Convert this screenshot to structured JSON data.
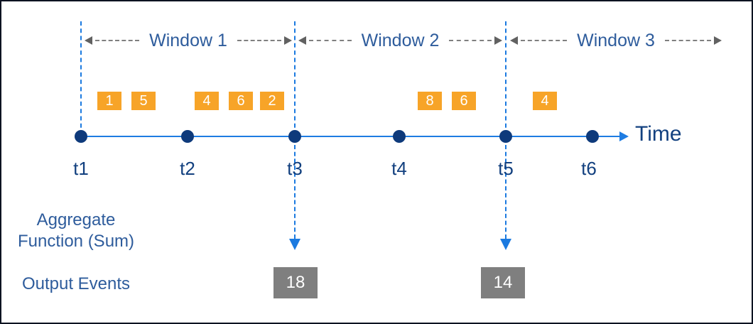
{
  "windows": [
    {
      "label": "Window 1"
    },
    {
      "label": "Window 2"
    },
    {
      "label": "Window 3"
    }
  ],
  "events": [
    {
      "value": "1"
    },
    {
      "value": "5"
    },
    {
      "value": "4"
    },
    {
      "value": "6"
    },
    {
      "value": "2"
    },
    {
      "value": "8"
    },
    {
      "value": "6"
    },
    {
      "value": "4"
    }
  ],
  "timeline": {
    "axis_label": "Time",
    "ticks": [
      {
        "label": "t1"
      },
      {
        "label": "t2"
      },
      {
        "label": "t3"
      },
      {
        "label": "t4"
      },
      {
        "label": "t5"
      },
      {
        "label": "t6"
      }
    ]
  },
  "aggregate": {
    "line1": "Aggregate",
    "line2": "Function (Sum)"
  },
  "output": {
    "label": "Output Events",
    "events": [
      {
        "value": "18"
      },
      {
        "value": "14"
      }
    ]
  },
  "colors": {
    "event_box": "#F7A428",
    "output_box": "#7F7F7F",
    "timeline_blue": "#1E7CE2",
    "guide_dashed_blue": "#1B7AE0",
    "dot_navy": "#0E3A7B",
    "caption_blue": "#2E5C9C",
    "axis_text_navy": "#12407F",
    "window_arrow_gray": "#808080",
    "border": "#0D1321"
  }
}
